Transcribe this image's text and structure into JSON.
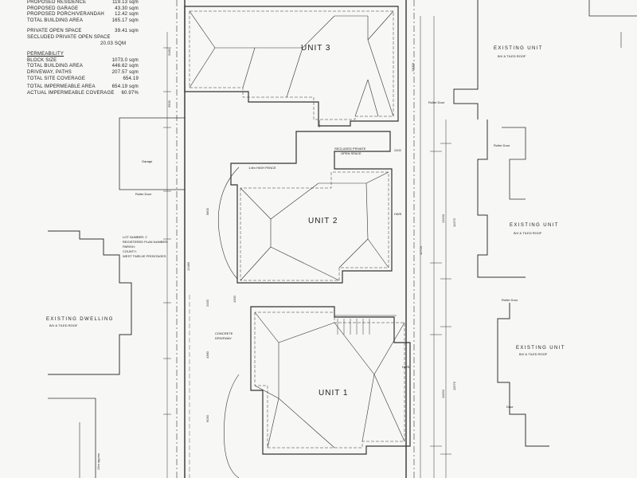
{
  "site_notes": {
    "rows_top": [
      {
        "label": "PROPOSED RESIDENCE",
        "value": "119.13 sqm"
      },
      {
        "label": "PROPOSED GARAGE",
        "value": "43.30 sqm"
      },
      {
        "label": "PROPOSED PORCH/VERANDAH",
        "value": "12.42 sqm"
      },
      {
        "label": "TOTAL BUILDING AREA",
        "value": "165.17 sqm"
      }
    ],
    "private_open_space": {
      "label": "PRIVATE OPEN SPACE",
      "value": "39.41 sqm"
    },
    "secluded_label": "SECLUDED PRIVATE OPEN SPACE",
    "secluded_value": "20.03 sqm",
    "permeability_header": "PERMEABILITY",
    "rows_perm": [
      {
        "label": "BLOCK SIZE",
        "value": "1073.0 sqm"
      },
      {
        "label": "TOTAL BUILDING AREA",
        "value": "446.62 sqm"
      },
      {
        "label": "DRIVEWAY, PATHS",
        "value": "207.57 sqm"
      },
      {
        "label": "TOTAL SITE COVERAGE",
        "value": "654.19"
      }
    ],
    "rows_imperm": [
      {
        "label": "TOTAL IMPERMEABLE AREA",
        "value": "654.19 sqm"
      },
      {
        "label": "ACTUAL IMPERMEABLE COVERAGE",
        "value": "60.97%"
      }
    ]
  },
  "units": {
    "unit3": "UNIT 3",
    "unit2": "UNIT 2",
    "unit1": "UNIT 1"
  },
  "secluded_space_label": [
    "SECLUDED PRIVATE",
    "OPEN SPACE"
  ],
  "neighbours": {
    "existing_unit_top": [
      "EXISTING UNIT",
      "B/V & TILED ROOF"
    ],
    "existing_unit_mid": [
      "EXISTING UNIT",
      "B/V & TILED ROOF"
    ],
    "existing_unit_low": [
      "EXISTING UNIT",
      "B/V & TILED ROOF"
    ],
    "existing_dwelling": [
      "EXISTING DWELLING",
      "B/V & TILED ROOF"
    ]
  },
  "small_labels": {
    "garage": "Garage",
    "roller_door_left": "Roller Door",
    "roller_door_right_top": "Roller Door",
    "roller_door_right_mid": "Roller Door",
    "roller_door_right_low": "Roller Door",
    "lot_info": [
      "LOT NUMBER: 2",
      "REGISTERED PLAN NUMBER:",
      "PARISH:",
      "COUNTY:",
      "WEST TWELVE FRONTAGES"
    ],
    "concrete_driveway": [
      "CONCRETE",
      "DRIVEWAY"
    ],
    "hw_mid": "HWS",
    "hw_low": "HWS",
    "door_low": "Door",
    "setback_note": "13m approx",
    "fence_note": "1.8m HIGH FENCE"
  },
  "dimensions": {
    "d_top_right": "13000",
    "d_unit2_right": "13190",
    "d_unit2_far": "11370",
    "d_unit1_right": "11990",
    "d_unit1_far": "11576",
    "d_left_top": "3180",
    "d_left_mid1": "3500",
    "d_left_mid2": "5800",
    "d_left_mid3": "2430",
    "d_left_mid4": "4380",
    "d_left_low": "6030",
    "d_boundary": "12480",
    "d_unit2_width": "2400",
    "d_unit1_top": "1000",
    "d_u3_gap": "2400",
    "d_boundary_right": "42720"
  }
}
